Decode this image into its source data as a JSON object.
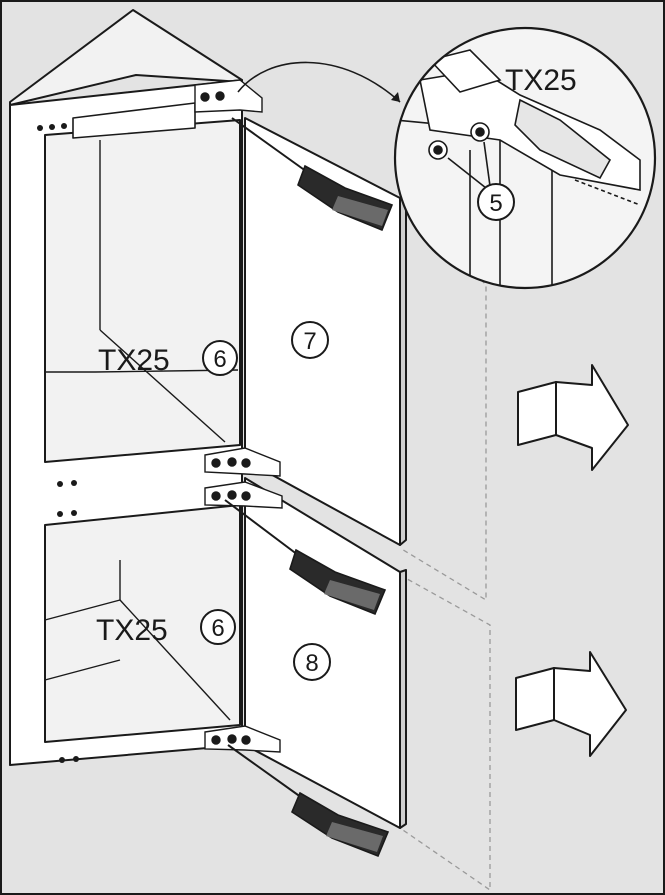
{
  "figure": {
    "labels": {
      "tool_zoom": "TX25",
      "tool_upper": "TX25",
      "tool_lower": "TX25",
      "step_screws": "5",
      "step_upper_hinges": "6",
      "step_lower_hinges": "6",
      "upper_door": "7",
      "lower_door": "8"
    },
    "icons": [
      "fridge-cabinet-icon",
      "upper-door-panel-icon",
      "lower-door-panel-icon",
      "screwdriver-icon",
      "hinge-icon",
      "zoom-detail-circle",
      "move-right-arrow-icon"
    ],
    "colors": {
      "background": "#e3e3e3",
      "line": "#1a1a1a",
      "panel": "#ffffff",
      "dashed_outline": "#9a9a9a"
    }
  }
}
